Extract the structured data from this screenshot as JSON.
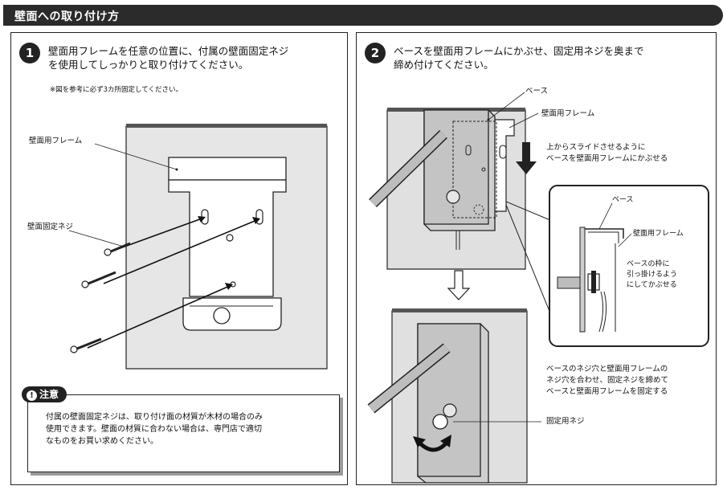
{
  "header": {
    "title": "壁面への取り付け方"
  },
  "step1": {
    "number": "1",
    "text_line1": "壁面用フレームを任意の位置に、付属の壁面固定ネジ",
    "text_line2": "を使用してしっかりと取り付けてください。",
    "note": "※図を参考に必ず3カ所固定してください。",
    "label_frame": "壁面用フレーム",
    "label_screw": "壁面固定ネジ"
  },
  "caution": {
    "title": "注意",
    "text_line1": "付属の壁面固定ネジは、取り付け面の材質が木材の場合のみ",
    "text_line2": "使用できます。壁面の材質に合わない場合は、専門店で適切",
    "text_line3": "なものをお買い求めください。"
  },
  "step2": {
    "number": "2",
    "text_line1": "ベースを壁面用フレームにかぶせ、固定用ネジを奥まで",
    "text_line2": "締め付けてください。",
    "label_base": "ベース",
    "label_frame": "壁面用フレーム",
    "label_slide_line1": "上からスライドさせるように",
    "label_slide_line2": "ベースを壁面用フレームにかぶせる",
    "detail_base": "ベース",
    "detail_frame": "壁面用フレーム",
    "detail_hook_line1": "ベースの枠に",
    "detail_hook_line2": "引っ掛けるよう",
    "detail_hook_line3": "にしてかぶせる",
    "label_align_line1": "ベースのネジ穴と壁面用フレームの",
    "label_align_line2": "ネジ穴を合わせ、固定ネジを締めて",
    "label_align_line3": "ベースと壁面用フレームを固定する",
    "label_fix_screw": "固定用ネジ"
  }
}
